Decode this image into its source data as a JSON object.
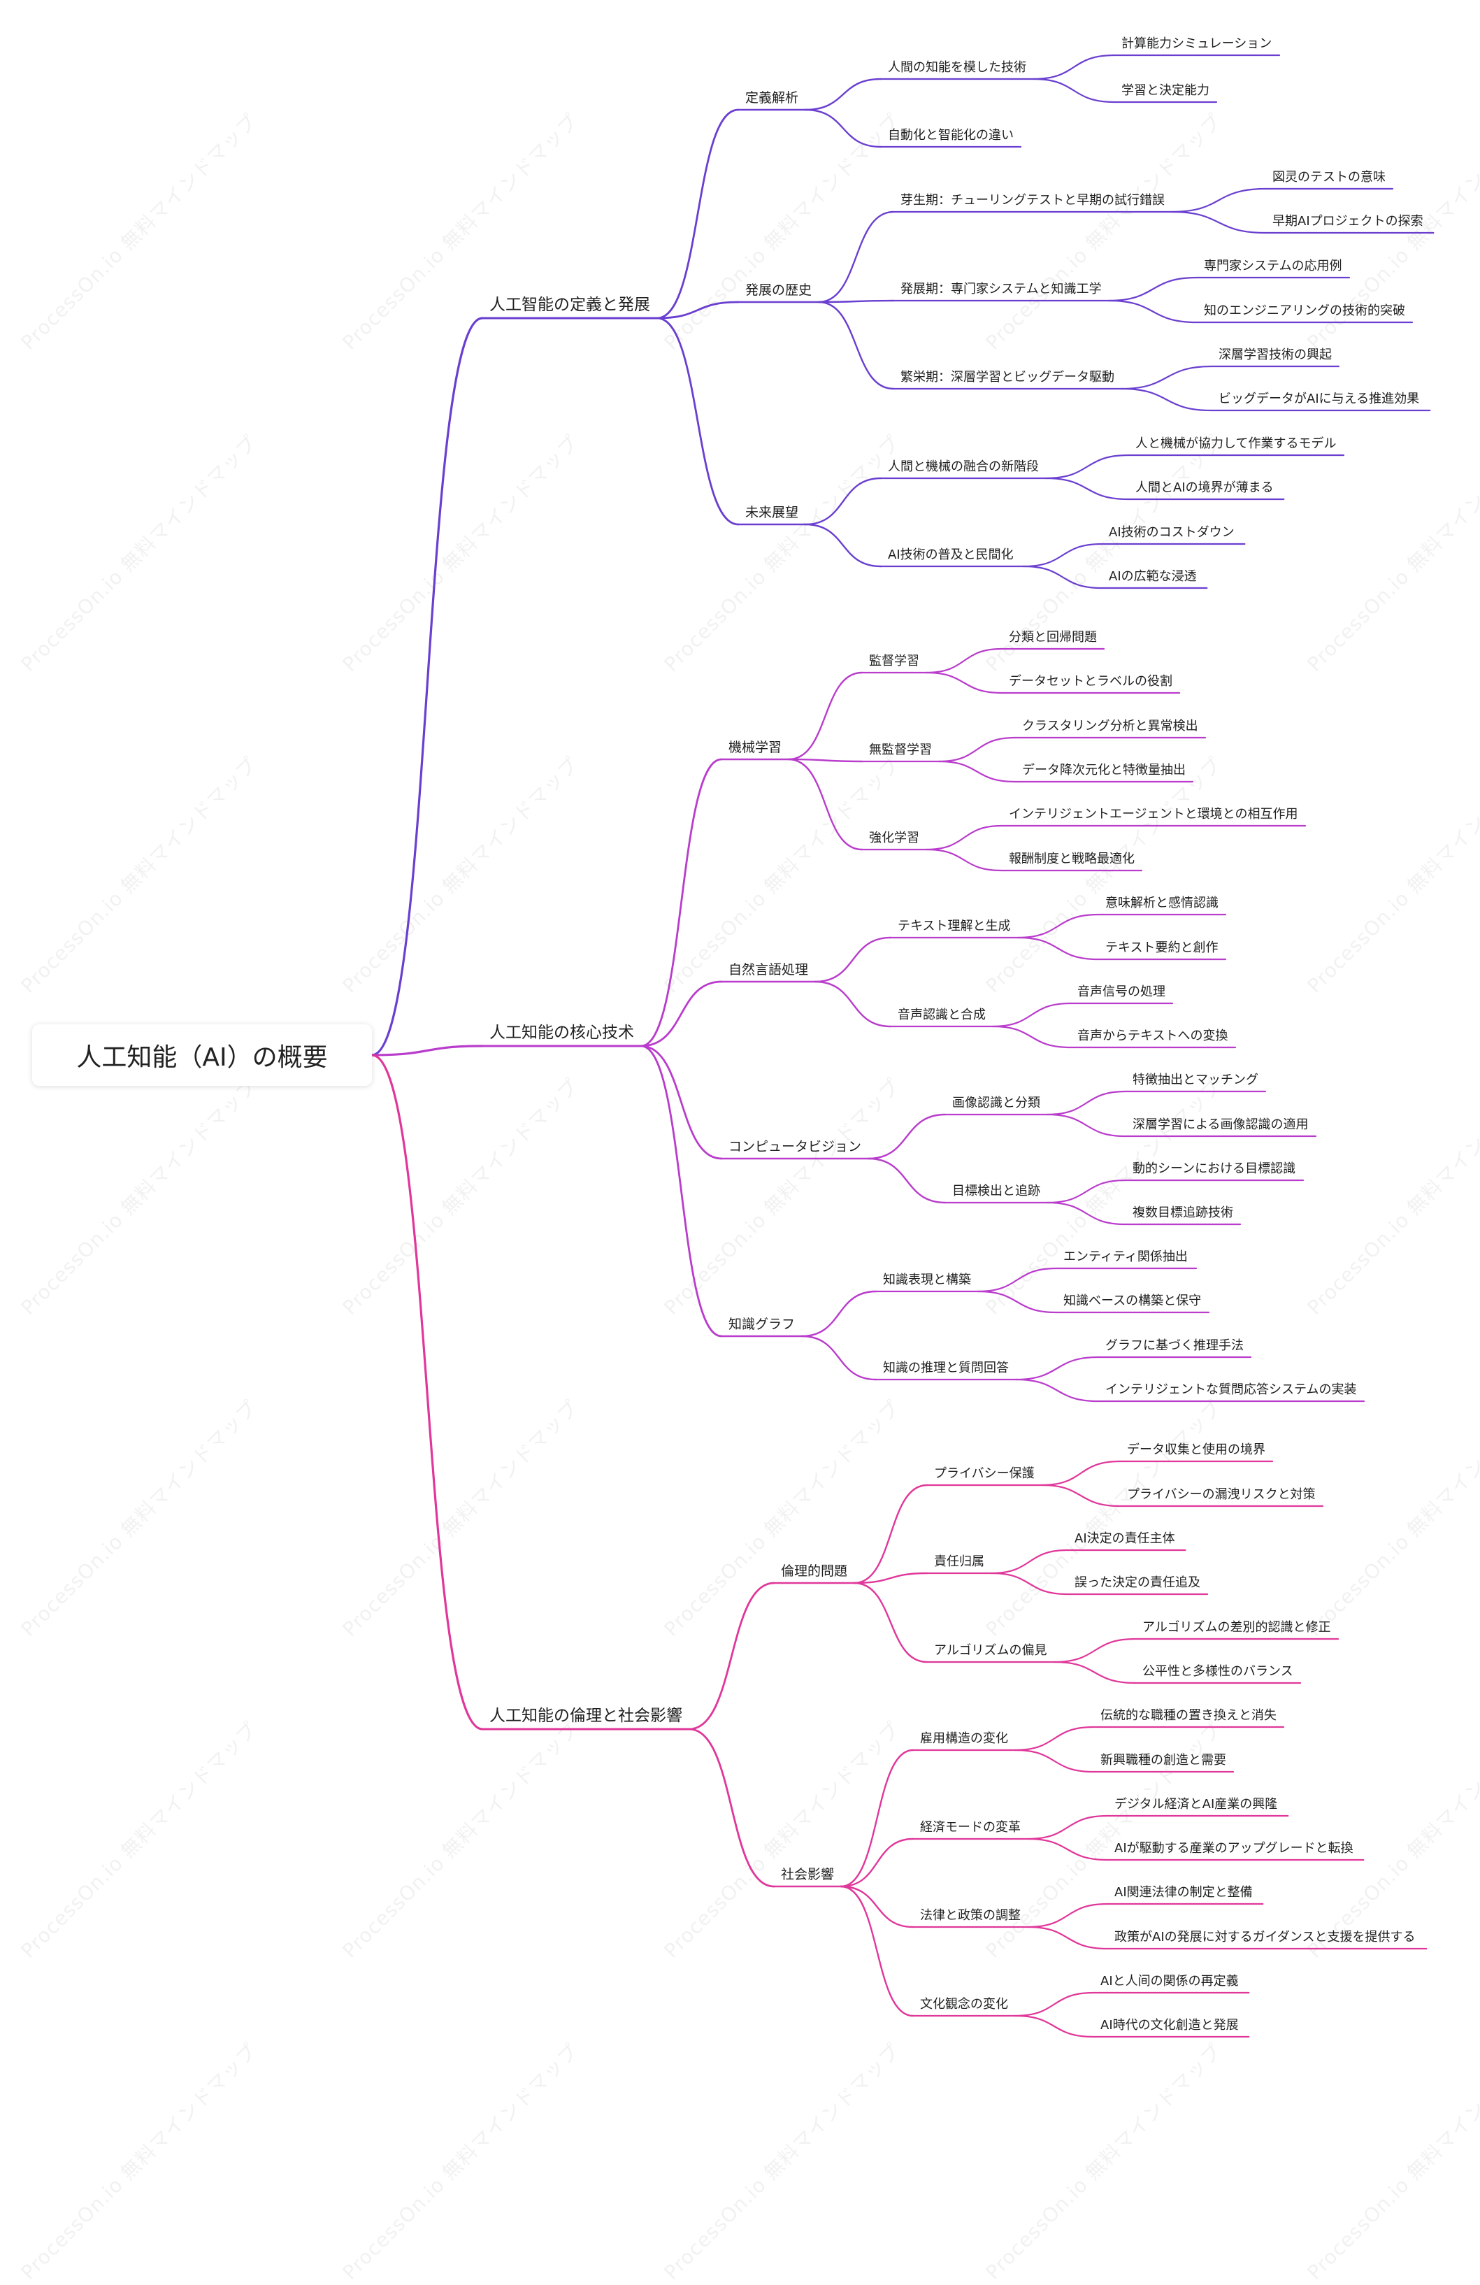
{
  "root": {
    "label": "人工知能（AI）の概要"
  },
  "watermark": "ProcessOn.io 無料マインドマップ",
  "colors": {
    "branch1": "#6a3fd0",
    "branch2": "#b93ccc",
    "branch3": "#e0379a"
  },
  "branches": [
    {
      "label": "人工智能の定義と発展",
      "children": [
        {
          "label": "定義解析",
          "children": [
            {
              "label": "人間の知能を模した技術",
              "children": [
                {
                  "label": "計算能力シミュレーション"
                },
                {
                  "label": "学習と決定能力"
                }
              ]
            },
            {
              "label": "自動化と智能化の違い",
              "children": []
            }
          ]
        },
        {
          "label": "発展の歴史",
          "children": [
            {
              "label": "芽生期：チューリングテストと早期の試行錯誤",
              "children": [
                {
                  "label": "図灵のテストの意味"
                },
                {
                  "label": "早期AIプロジェクトの探索"
                }
              ]
            },
            {
              "label": "発展期：専门家システムと知識工学",
              "children": [
                {
                  "label": "専門家システムの応用例"
                },
                {
                  "label": "知のエンジニアリングの技術的突破"
                }
              ]
            },
            {
              "label": "繁栄期：深層学習とビッグデータ駆動",
              "children": [
                {
                  "label": "深層学習技術の興起"
                },
                {
                  "label": "ビッグデータがAIに与える推進効果"
                }
              ]
            }
          ]
        },
        {
          "label": "未来展望",
          "children": [
            {
              "label": "人間と機械の融合の新階段",
              "children": [
                {
                  "label": "人と機械が協力して作業するモデル"
                },
                {
                  "label": "人間とAIの境界が薄まる"
                }
              ]
            },
            {
              "label": "AI技術の普及と民間化",
              "children": [
                {
                  "label": "AI技術のコストダウン"
                },
                {
                  "label": "AIの広範な浸透"
                }
              ]
            }
          ]
        }
      ]
    },
    {
      "label": "人工知能の核心技术",
      "children": [
        {
          "label": "機械学習",
          "children": [
            {
              "label": "監督学習",
              "children": [
                {
                  "label": "分類と回帰問題"
                },
                {
                  "label": "データセットとラベルの役割"
                }
              ]
            },
            {
              "label": "無監督学習",
              "children": [
                {
                  "label": "クラスタリング分析と異常検出"
                },
                {
                  "label": "データ降次元化と特徴量抽出"
                }
              ]
            },
            {
              "label": "強化学習",
              "children": [
                {
                  "label": "インテリジェントエージェントと環境との相互作用"
                },
                {
                  "label": "報酬制度と戦略最適化"
                }
              ]
            }
          ]
        },
        {
          "label": "自然言語処理",
          "children": [
            {
              "label": "テキスト理解と生成",
              "children": [
                {
                  "label": "意味解析と感情認識"
                },
                {
                  "label": "テキスト要約と創作"
                }
              ]
            },
            {
              "label": "音声認識と合成",
              "children": [
                {
                  "label": "音声信号の処理"
                },
                {
                  "label": "音声からテキストへの変換"
                }
              ]
            }
          ]
        },
        {
          "label": "コンピュータビジョン",
          "children": [
            {
              "label": "画像認識と分類",
              "children": [
                {
                  "label": "特徴抽出とマッチング"
                },
                {
                  "label": "深層学習による画像認識の適用"
                }
              ]
            },
            {
              "label": "目標検出と追跡",
              "children": [
                {
                  "label": "動的シーンにおける目標認識"
                },
                {
                  "label": "複数目標追跡技術"
                }
              ]
            }
          ]
        },
        {
          "label": "知識グラフ",
          "children": [
            {
              "label": "知識表現と構築",
              "children": [
                {
                  "label": "エンティティ関係抽出"
                },
                {
                  "label": "知識ベースの構築と保守"
                }
              ]
            },
            {
              "label": "知識の推理と質問回答",
              "children": [
                {
                  "label": "グラフに基づく推理手法"
                },
                {
                  "label": "インテリジェントな質問応答システムの実装"
                }
              ]
            }
          ]
        }
      ]
    },
    {
      "label": "人工知能の倫理と社会影響",
      "children": [
        {
          "label": "倫理的問題",
          "children": [
            {
              "label": "プライバシー保護",
              "children": [
                {
                  "label": "データ収集と使用の境界"
                },
                {
                  "label": "プライバシーの漏洩リスクと対策"
                }
              ]
            },
            {
              "label": "責任归属",
              "children": [
                {
                  "label": "AI決定の責任主体"
                },
                {
                  "label": "誤った決定の責任追及"
                }
              ]
            },
            {
              "label": "アルゴリズムの偏見",
              "children": [
                {
                  "label": "アルゴリズムの差別的認識と修正"
                },
                {
                  "label": "公平性と多様性のバランス"
                }
              ]
            }
          ]
        },
        {
          "label": "社会影響",
          "children": [
            {
              "label": "雇用構造の変化",
              "children": [
                {
                  "label": "伝統的な職種の置き換えと消失"
                },
                {
                  "label": "新興職種の創造と需要"
                }
              ]
            },
            {
              "label": "経済モードの変革",
              "children": [
                {
                  "label": "デジタル経済とAI産業の興隆"
                },
                {
                  "label": "AIが駆動する産業のアップグレードと転換"
                }
              ]
            },
            {
              "label": "法律と政策の調整",
              "children": [
                {
                  "label": "AI関連法律の制定と整備"
                },
                {
                  "label": "政策がAIの発展に対するガイダンスと支援を提供する"
                }
              ]
            },
            {
              "label": "文化観念の変化",
              "children": [
                {
                  "label": "AIと人间の関係の再定義"
                },
                {
                  "label": "AI時代の文化創造と発展"
                }
              ]
            }
          ]
        }
      ]
    }
  ]
}
